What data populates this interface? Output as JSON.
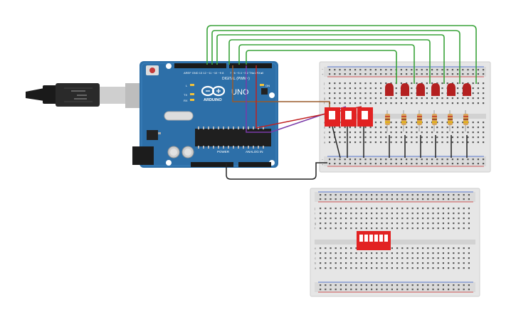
{
  "arduino": {
    "brand": "ARDUINO",
    "model": "UNO",
    "digital_label": "DIGITAL (PWM~)",
    "power_label": "POWER",
    "analog_label": "ANALOG IN",
    "on_label": "ON",
    "l_label": "L",
    "tx_label": "TX",
    "rx_label": "RX",
    "icon": "infinity-logo-icon"
  },
  "breadboard_rows": [
    "a",
    "b",
    "c",
    "d",
    "e",
    "f",
    "g",
    "h",
    "i",
    "j"
  ],
  "colors": {
    "board": "#2d6fa8",
    "breadboard": "#e6e6e6",
    "led": "#b42020",
    "switch": "#e22222",
    "wire_green": "#3aa33a",
    "wire_brown": "#9a5a2a",
    "wire_purple": "#7a3aa8",
    "wire_red": "#c02020",
    "wire_black": "#222222"
  }
}
